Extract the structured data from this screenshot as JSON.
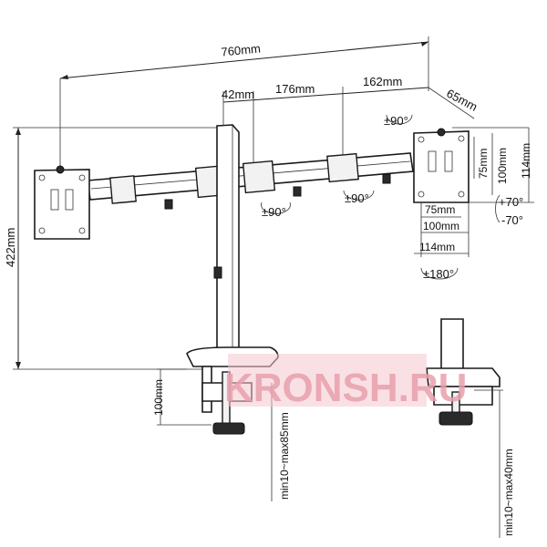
{
  "dimensions": {
    "total_width": "760mm",
    "offset_a": "42mm",
    "offset_b": "176mm",
    "offset_c": "162mm",
    "depth": "65mm",
    "height": "422mm",
    "vesa_h_small": "75mm",
    "vesa_h_large": "100mm",
    "vesa_h_total": "114mm",
    "vesa_w_small": "75mm",
    "vesa_w_large": "100mm",
    "vesa_w_total": "114mm",
    "clamp_height": "100mm",
    "clamp_range_1": "min10~max85mm",
    "clamp_range_2": "min10~max40mm"
  },
  "angles": {
    "swivel_1": "±90°",
    "swivel_2": "±90°",
    "swivel_3": "±90°",
    "tilt_up": "+70°",
    "tilt_down": "-70°",
    "rotate": "±180°"
  },
  "watermark": {
    "text": "KRONSH.RU",
    "color": "#e8a0ac"
  }
}
